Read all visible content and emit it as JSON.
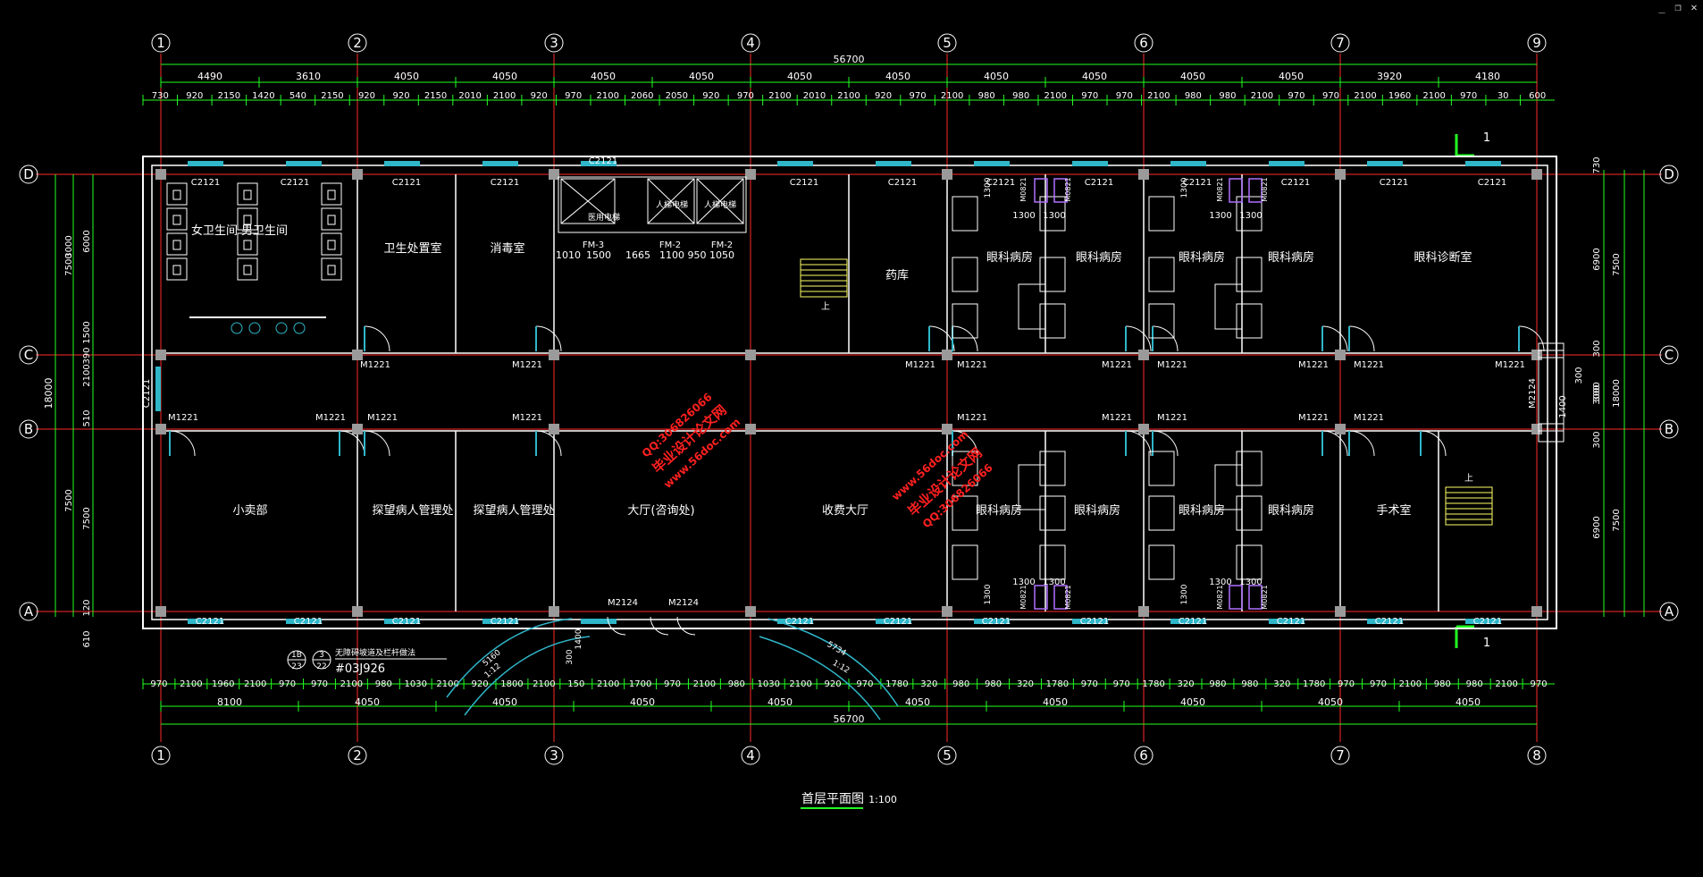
{
  "window": {
    "controls": {
      "minimize": "_",
      "restore": "❐",
      "close": "✕"
    }
  },
  "colors": {
    "background": "#000000",
    "grid_axis": "#ff2a2a",
    "dimension": "#22ff22",
    "wall": "#ffffff",
    "column": "#9a9a9a",
    "window_glass": "#2fb6c9",
    "text": "#ffffff",
    "watermark": "#ff2020",
    "fixture": "#b070ff",
    "stair": "#ffff66"
  },
  "plan": {
    "title": "首层平面图",
    "scale": "1:100",
    "axes_top": [
      "1",
      "2",
      "3",
      "4",
      "5",
      "6",
      "7",
      "9"
    ],
    "axes_bottom": [
      "1",
      "2",
      "3",
      "4",
      "5",
      "6",
      "7",
      "8"
    ],
    "axes_rows": [
      "D",
      "C",
      "B",
      "A"
    ],
    "section_mark": "1",
    "dims_top": {
      "overall": "56700",
      "bays": [
        "4490",
        "3610",
        "4050",
        "4050",
        "4050",
        "4050",
        "4050",
        "4050",
        "4050",
        "4050",
        "4050",
        "4050",
        "3920",
        "4180"
      ],
      "details": [
        "730",
        "920",
        "2150",
        "1420",
        "540",
        "2150",
        "920",
        "920",
        "2150",
        "2010",
        "2100",
        "920",
        "970",
        "2100",
        "2060",
        "2050",
        "920",
        "970",
        "2100",
        "2010",
        "2100",
        "920",
        "970",
        "2100",
        "980",
        "980",
        "2100",
        "970",
        "970",
        "2100",
        "980",
        "980",
        "2100",
        "970",
        "970",
        "2100",
        "1960",
        "2100",
        "970",
        "30",
        "600"
      ]
    },
    "dims_bottom": {
      "overall": "56700",
      "bays": [
        "8100",
        "4050",
        "4050",
        "4050",
        "4050",
        "4050",
        "4050",
        "4050",
        "4050",
        "4050"
      ],
      "details": [
        "970",
        "2100",
        "1960",
        "2100",
        "970",
        "970",
        "2100",
        "980",
        "1030",
        "2100",
        "920",
        "1800",
        "2100",
        "150",
        "2100",
        "1700",
        "970",
        "2100",
        "980",
        "1030",
        "2100",
        "920",
        "970",
        "1780",
        "320",
        "980",
        "980",
        "320",
        "1780",
        "970",
        "970",
        "1780",
        "320",
        "980",
        "980",
        "320",
        "1780",
        "970",
        "970",
        "2100",
        "980",
        "980",
        "2100",
        "970"
      ]
    },
    "dims_left": [
      "18000",
      "7500",
      "3000",
      "7500",
      "6000",
      "1500",
      "390",
      "2100",
      "510",
      "7500",
      "120",
      "610"
    ],
    "dims_right": [
      "730",
      "6900",
      "7500",
      "300",
      "1400",
      "300",
      "300",
      "3000",
      "18000",
      "300",
      "6900",
      "7500"
    ],
    "rooms": [
      {
        "id": "female-toilet",
        "label": "女卫生间"
      },
      {
        "id": "male-toilet",
        "label": "男卫生间"
      },
      {
        "id": "sanitation",
        "label": "卫生处置室"
      },
      {
        "id": "disinfection",
        "label": "消毒室"
      },
      {
        "id": "pharmacy",
        "label": "药库"
      },
      {
        "id": "ward-1",
        "label": "眼科病房"
      },
      {
        "id": "ward-2",
        "label": "眼科病房"
      },
      {
        "id": "ward-3",
        "label": "眼科病房"
      },
      {
        "id": "ward-4",
        "label": "眼科病房"
      },
      {
        "id": "diagnosis",
        "label": "眼科诊断室"
      },
      {
        "id": "shop",
        "label": "小卖部"
      },
      {
        "id": "visitor-1",
        "label": "探望病人管理处"
      },
      {
        "id": "visitor-2",
        "label": "探望病人管理处"
      },
      {
        "id": "hall",
        "label": "大厅(咨询处)"
      },
      {
        "id": "cashier",
        "label": "收费大厅"
      },
      {
        "id": "ward-5",
        "label": "眼科病房"
      },
      {
        "id": "ward-6",
        "label": "眼科病房"
      },
      {
        "id": "ward-7",
        "label": "眼科病房"
      },
      {
        "id": "ward-8",
        "label": "眼科病房"
      },
      {
        "id": "operating",
        "label": "手术室"
      }
    ],
    "elevators": {
      "freight": "医用电梯",
      "passenger_1": "人梯电梯",
      "passenger_2": "人梯电梯",
      "fm3": "FM-3",
      "fm2a": "FM-2",
      "fm2b": "FM-2",
      "dims": [
        "1010",
        "1500",
        "1665",
        "1100",
        "950",
        "1050"
      ]
    },
    "window_tag": "C2121",
    "door_tag": "M1221",
    "entrance_door_tag": "M2124",
    "toilet_door_tag": "M0821",
    "side_window_tag": "C2121",
    "stair_up": "上",
    "ward_dims": [
      "1300",
      "1300",
      "1300"
    ],
    "ramp": {
      "note": "无障碍坡道及栏杆做法",
      "ref": "#03J926",
      "sub1_top": "1B",
      "sub1_bottom": "23",
      "sub2_top": "3",
      "sub2_bottom": "22",
      "len_left": "5160",
      "slope_left": "1:12",
      "len_right": "5734",
      "slope_right": "1:12",
      "steps": [
        "300",
        "1400"
      ]
    },
    "watermark": {
      "text1": "毕业设计论文网",
      "text2": "www.56doc.com",
      "text3": "QQ:306826066"
    }
  }
}
